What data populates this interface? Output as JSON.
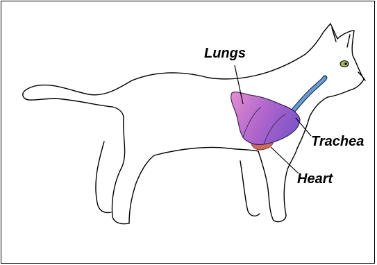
{
  "labels": {
    "lungs": "Lungs",
    "trachea": "Trachea",
    "heart": "Heart"
  },
  "colors": {
    "outline": "#000000",
    "lung_light": "#e48fd0",
    "lung_dark": "#8456c8",
    "heart": "#cf6c58",
    "trachea": "#4f7fae",
    "eye": "#9db45e"
  },
  "icons": [
    "cat-outline",
    "lungs",
    "heart",
    "trachea"
  ]
}
